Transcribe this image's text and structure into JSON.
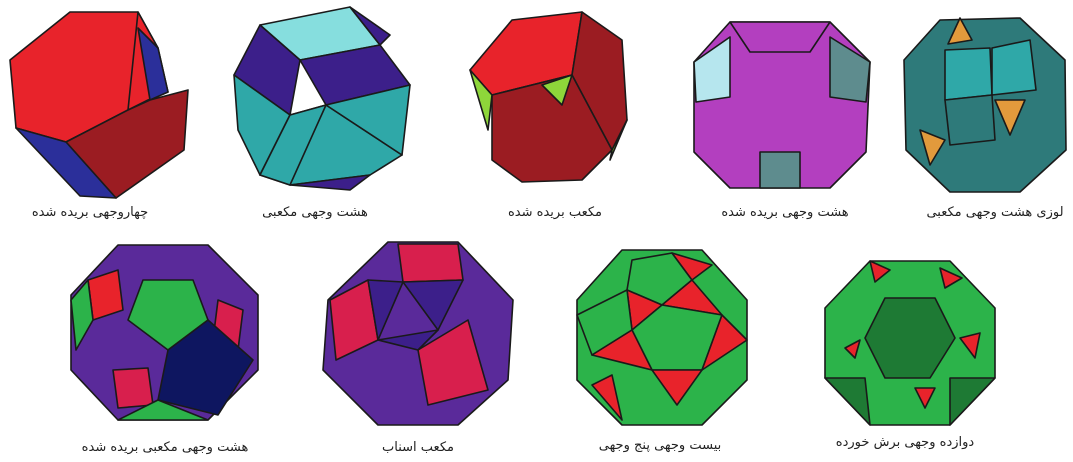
{
  "solids": [
    {
      "id": "truncated-octahedron",
      "caption": "چهاروجهی بریده شده"
    },
    {
      "id": "cuboctahedron",
      "caption": "هشت وجهی مکعبی"
    },
    {
      "id": "truncated-cube",
      "caption": "مکعب بریده شده"
    },
    {
      "id": "truncated-octahedron-2",
      "caption": "هشت وجهی بریده شده"
    },
    {
      "id": "rhombicuboctahedron",
      "caption": "لوزی هشت وجهی مکعبی"
    },
    {
      "id": "truncated-cuboctahedron",
      "caption": "هشت وجهی مکعبی بریده شده"
    },
    {
      "id": "snub-cube",
      "caption": "مکعب اسناب"
    },
    {
      "id": "icosidodecahedron",
      "caption": "بیست وجهی پنج وجهی"
    },
    {
      "id": "truncated-dodecahedron",
      "caption": "دوازده وجهی برش خورده"
    }
  ],
  "colors": {
    "red": "#e8232b",
    "dark_red": "#9b1c22",
    "blue": "#2b2f9a",
    "teal": "#2fa8a8",
    "light_teal": "#86dede",
    "indigo": "#3c1f8a",
    "lime": "#8ed63a",
    "magenta": "#b33fbf",
    "light_blue": "#b6e6ee",
    "slate": "#5e8c8e",
    "dark_teal": "#2e7a7a",
    "orange": "#e29a3c",
    "green": "#2cb34a",
    "dark_green": "#1e7a34",
    "purple": "#5a2a9a",
    "crimson": "#d81f4d",
    "navy": "#0e1660"
  }
}
